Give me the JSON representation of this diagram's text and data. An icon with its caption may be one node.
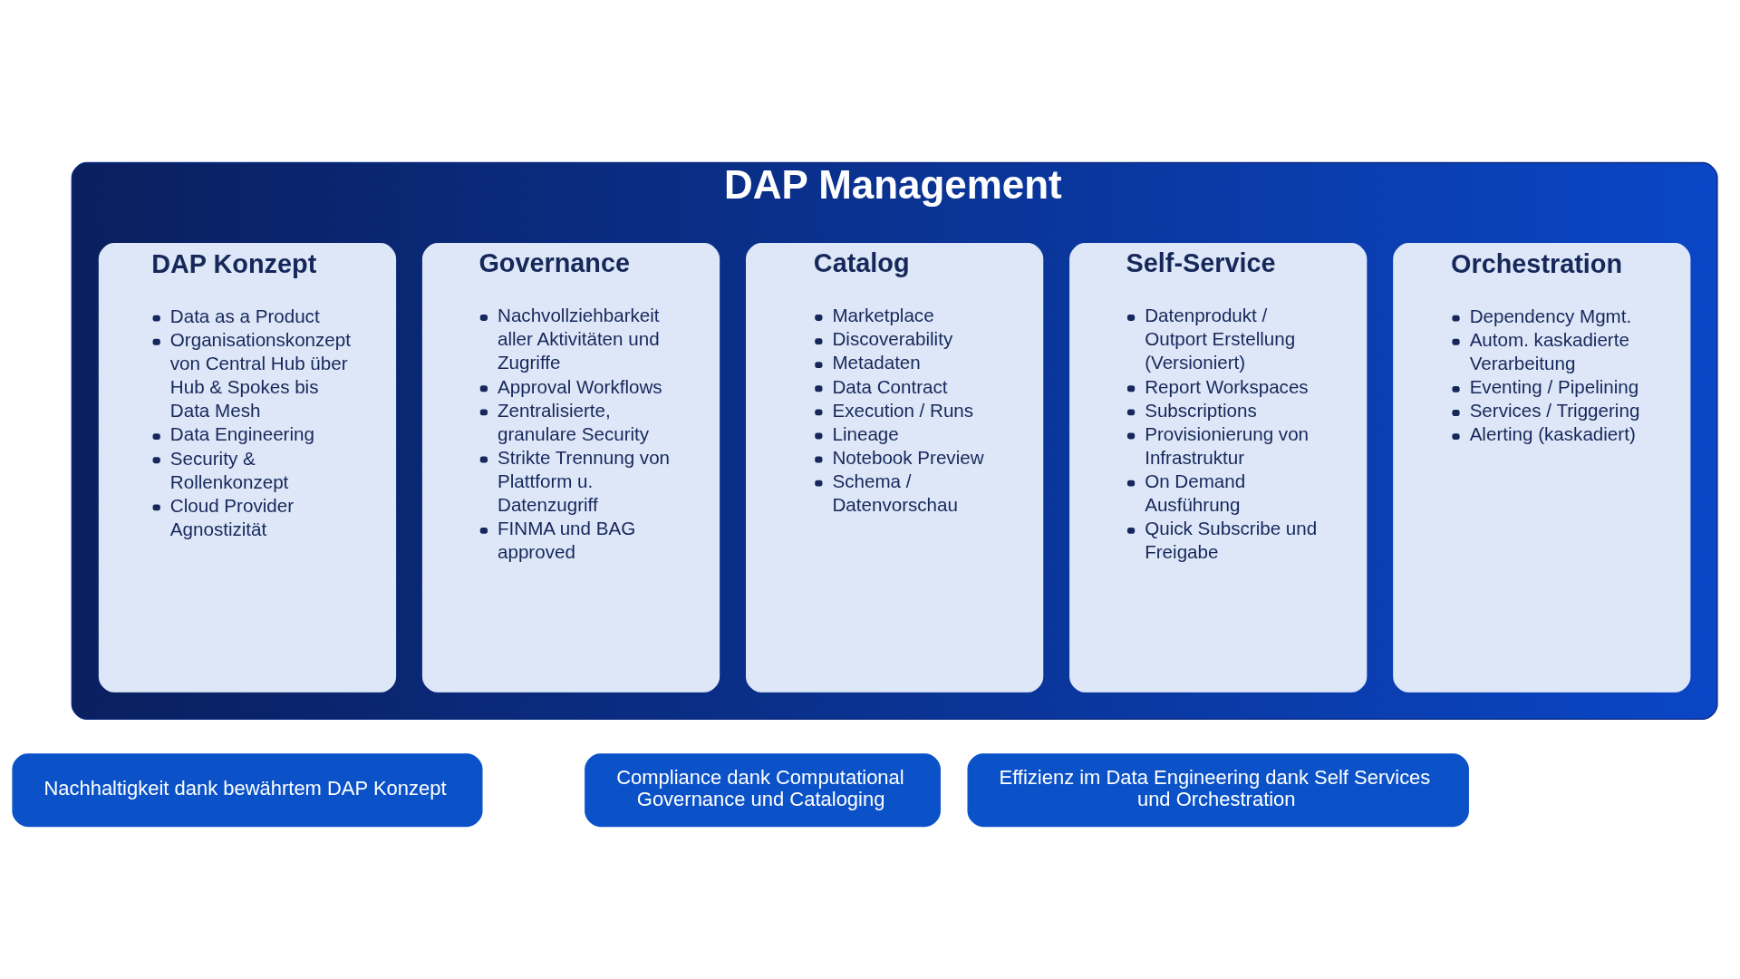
{
  "diagram": {
    "nodes": [
      {
        "text": [
          "DAP Management"
        ]
      },
      {
        "text": [
          "DAP Konzept",
          "Data as a Product",
          "Organisationskonzept von Central Hub über Hub & Spokes bis Data Mesh",
          "Data Engineering",
          "Security & Rollenkonzept",
          "Cloud Provider Agnostizität"
        ],
        "in": 0
      },
      {
        "text": [
          "Governance",
          "Nachvollziehbarkeit aller Aktivitäten und Zugriffe",
          "Approval Workflows",
          "Zentralisierte, granulare Security",
          "Strikte Trennung von Plattform u. Datenzugriff",
          "FINMA und BAG approved"
        ],
        "in": 0
      },
      {
        "text": [
          "Catalog",
          "Marketplace",
          "Discoverability",
          "Metadaten",
          "Data Contract",
          "Execution / Runs",
          "Lineage",
          "Notebook Preview",
          "Schema / Datenvorschau"
        ],
        "in": 0
      },
      {
        "text": [
          "Self-Service",
          "Datenprodukt / Outport Erstellung (Versioniert)",
          "Report Workspaces",
          "Subscriptions",
          "Provisionierung von Infrastruktur",
          "On Demand Ausführung",
          "Quick Subscribe und Freigabe"
        ],
        "in": 0
      },
      {
        "text": [
          "Orchestration",
          "Dependency Mgmt.",
          "Autom. kaskadierte Verarbeitung",
          "Eventing / Pipelining",
          "Services / Triggering",
          "Alerting (kaskadiert)"
        ],
        "in": 0
      },
      {
        "text": [
          "Nachhaltigkeit dank bewährtem DAP Konzept"
        ]
      },
      {
        "text": [
          "Compliance dank Computational Governance und Cataloging"
        ]
      },
      {
        "text": [
          "Effizienz im Data Engineering dank Self Services und Orchestration"
        ]
      }
    ]
  }
}
